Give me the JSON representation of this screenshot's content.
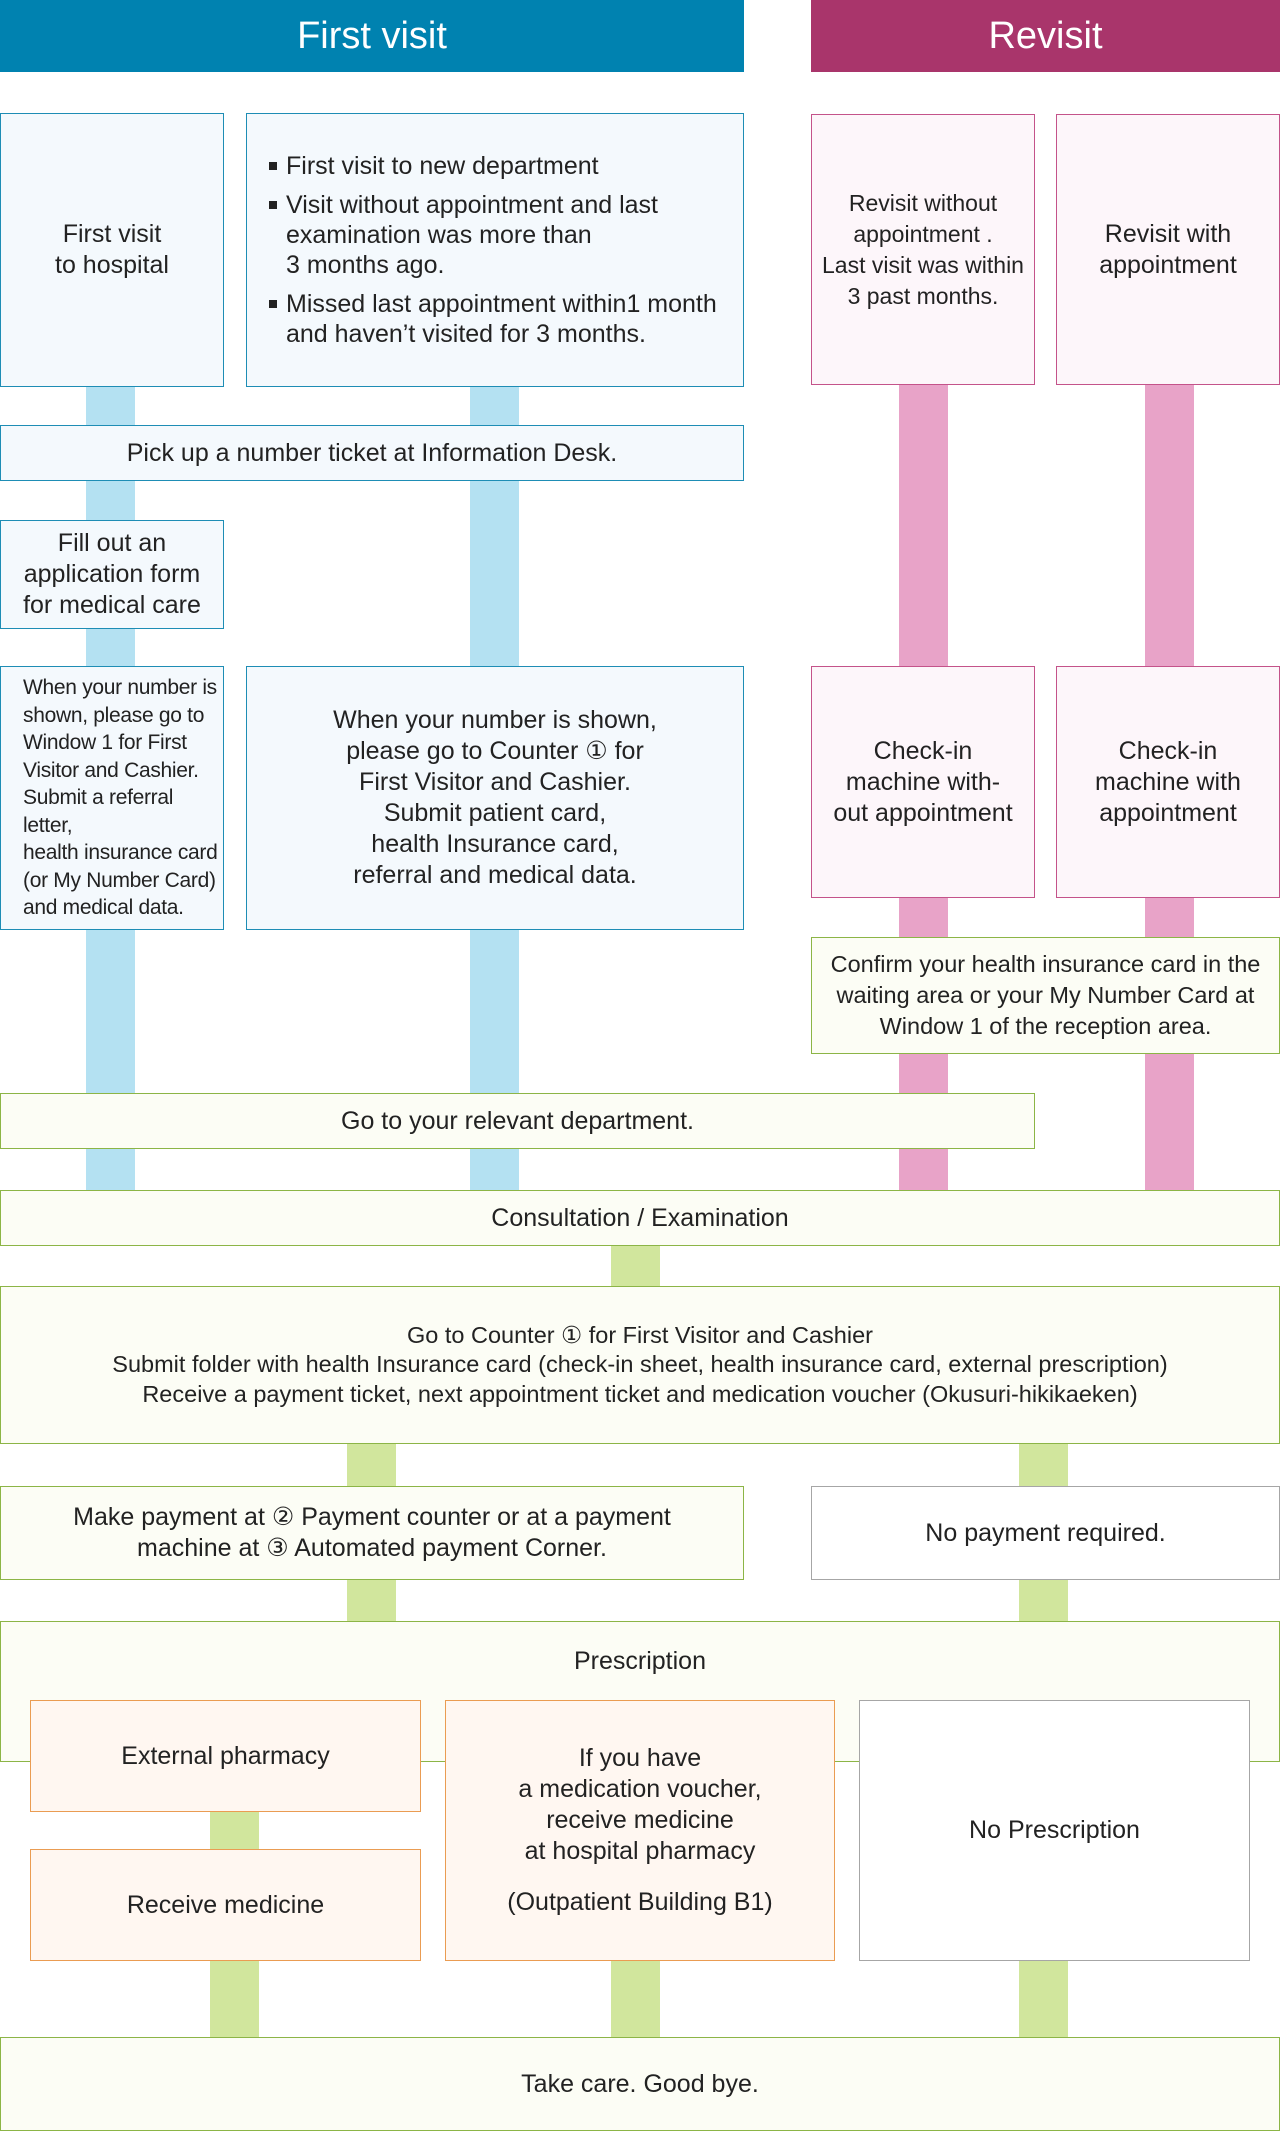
{
  "headers": {
    "first_visit": "First visit",
    "revisit": "Revisit"
  },
  "first_visit": {
    "first_visit_hospital": "First visit\nto hospital",
    "new_department_conditions": [
      "First visit to new department",
      "Visit without appointment and last\nexamination was more than\n3 months ago.",
      "Missed last appointment within1 month\nand haven’t visited for 3 months."
    ],
    "pick_ticket": "Pick up a number ticket at Information Desk.",
    "fill_form": "Fill out an\napplication form\nfor medical care",
    "window1_instruction": "When your number is\nshown, please go to\nWindow 1 for First\nVisitor and Cashier.\nSubmit a referral letter,\nhealth insurance card\n(or My Number Card)\nand medical data.",
    "counter1_instruction": "When your number is shown,\nplease go to Counter ① for\nFirst Visitor and Cashier.\nSubmit patient card,\nhealth Insurance card,\nreferral and medical data."
  },
  "revisit": {
    "without_appointment": "Revisit without\nappointment .\nLast visit was within\n3 past months.",
    "with_appointment": "Revisit with\nappointment",
    "checkin_without": "Check-in\nmachine with-\nout appointment",
    "checkin_with": "Check-in\nmachine with\nappointment",
    "confirm_insurance": "Confirm your health insurance card in the\nwaiting area or your My Number Card at\nWindow 1 of the reception area."
  },
  "common": {
    "go_department": "Go to your relevant department.",
    "consultation": "Consultation / Examination",
    "counter_after": "Go to Counter ① for First Visitor and Cashier\nSubmit folder with health Insurance card (check-in sheet, health insurance card, external prescription)\nReceive a payment ticket, next appointment ticket and medication voucher (Okusuri-hikikaeken)",
    "make_payment": "Make payment at ② Payment counter or at a payment\nmachine at ③ Automated payment Corner.",
    "no_payment": "No payment required.",
    "prescription": "Prescription",
    "external_pharmacy": "External pharmacy",
    "receive_medicine": "Receive medicine",
    "hospital_pharmacy": "If you have\na medication voucher,\nreceive medicine\nat hospital pharmacy",
    "hospital_pharmacy_location": "(Outpatient Building B1)",
    "no_prescription": "No Prescription",
    "goodbye": "Take care. Good bye."
  },
  "colors": {
    "first_visit_header": "#0082b0",
    "revisit_header": "#a9356b",
    "blue_connector": "#b4e1f2",
    "pink_connector": "#e8a3c8",
    "green_connector": "#d1e69d"
  }
}
